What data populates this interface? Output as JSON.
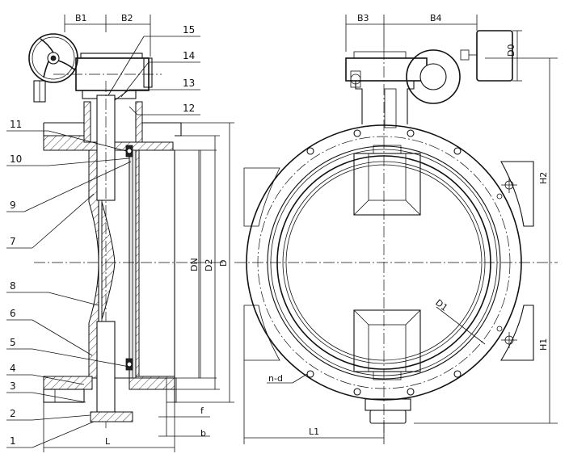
{
  "part_numbers": [
    "1",
    "2",
    "3",
    "4",
    "5",
    "6",
    "7",
    "8",
    "9",
    "10",
    "11",
    "12",
    "13",
    "14",
    "15"
  ],
  "dimensions": {
    "b1": "B1",
    "b2": "B2",
    "b3": "B3",
    "b4": "B4",
    "d0": "D0",
    "dn": "DN",
    "d2": "D2",
    "d": "D",
    "d1": "D1",
    "l": "L",
    "l1": "L1",
    "f": "f",
    "b": "b",
    "h1": "H1",
    "h2": "H2",
    "nd": "n-d"
  }
}
